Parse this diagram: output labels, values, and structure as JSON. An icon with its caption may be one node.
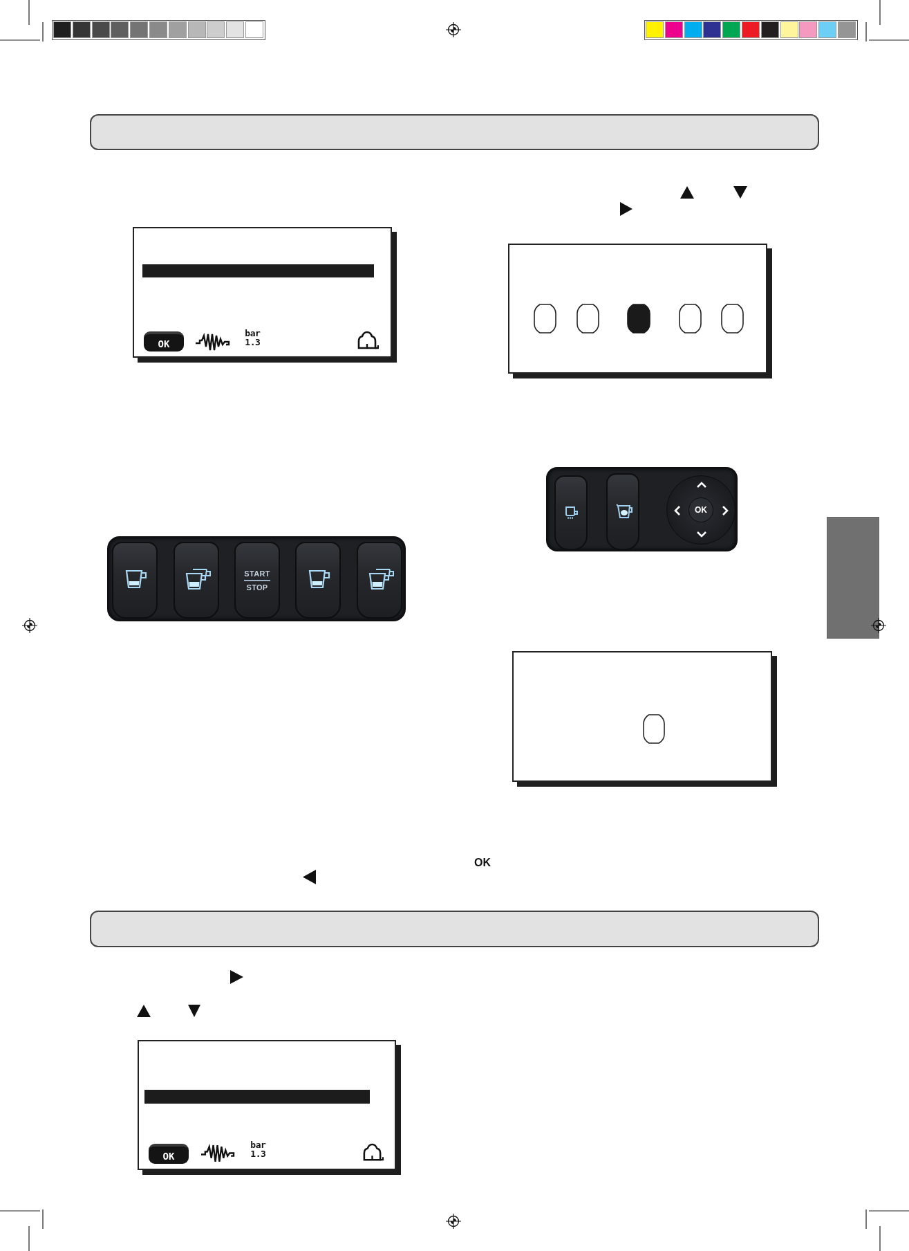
{
  "diagram": {
    "nodes": [
      {
        "text": [],
        "shape": "box"
      },
      {
        "text": [
          "bar 1.3"
        ]
      },
      {
        "text": [],
        "shape": "bar",
        "in": 1
      },
      {
        "text": [
          "OK"
        ],
        "in": 1
      },
      {
        "text": [],
        "shape": "box"
      },
      {
        "text": [],
        "shape": "box"
      },
      {
        "text": [],
        "shape": "box",
        "in": 5
      },
      {
        "text": [],
        "shape": "box",
        "in": 5
      },
      {
        "text": [
          "OK"
        ],
        "in": 5
      },
      {
        "text": [],
        "shape": "box"
      },
      {
        "text": [],
        "shape": "box"
      },
      {
        "text": [],
        "shape": "box",
        "in": 10
      },
      {
        "text": [],
        "shape": "box",
        "in": 10
      },
      {
        "text": [
          "START",
          "STOP"
        ],
        "in": 10
      },
      {
        "text": [],
        "shape": "box",
        "in": 10
      },
      {
        "text": [],
        "shape": "box",
        "in": 10
      },
      {
        "text": [],
        "shape": "box"
      },
      {
        "text": [],
        "shape": "box"
      },
      {
        "text": [
          "bar 1.3"
        ]
      },
      {
        "text": [],
        "shape": "bar",
        "in": 18
      },
      {
        "text": [
          "OK"
        ],
        "in": 18
      }
    ],
    "labels": [
      "OK"
    ]
  }
}
